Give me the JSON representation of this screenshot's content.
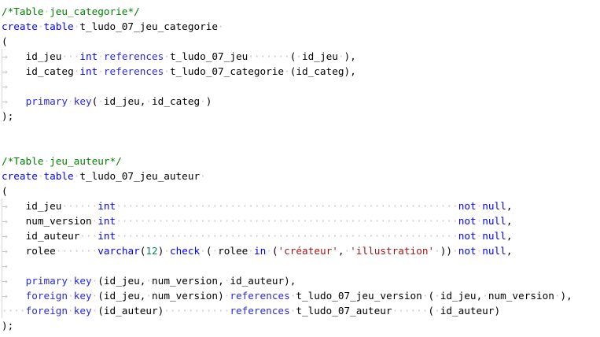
{
  "editor": {
    "language": "sql",
    "tab_columns": 4,
    "colors": {
      "keyword": "#0000ff",
      "string": "#a31515",
      "number": "#098658",
      "comment": "#008000",
      "whitespace": "#c8c8c8",
      "text": "#000000"
    },
    "keywords": [
      "create",
      "table",
      "int",
      "references",
      "primary",
      "key",
      "foreign",
      "not",
      "null",
      "varchar",
      "check",
      "in"
    ],
    "lines": [
      "/*Table jeu_categorie*/",
      "create table t_ludo_07_jeu_categorie ",
      "(",
      "\tid_jeu   int references t_ludo_07_jeu       ( id_jeu ),",
      "\tid_categ int references t_ludo_07_categorie (id_categ),",
      "\t",
      "\tprimary key( id_jeu, id_categ )",
      ");",
      "",
      "",
      "/*Table jeu_auteur*/",
      "create table t_ludo_07_jeu_auteur ",
      "(",
      "\tid_jeu      int                                                         not null,",
      "\tnum_version int                                                         not null,",
      "\tid_auteur   int                                                         not null,",
      "\trolee       varchar(12) check ( rolee in ('créateur', 'illustration' )) not null,",
      "\t",
      "\tprimary key (id_jeu, num_version, id_auteur),",
      "\tforeign key (id_jeu, num_version) references t_ludo_07_jeu_version ( id_jeu, num_version ),",
      "    foreign key (id_auteur)           references t_ludo_07_auteur      ( id_auteur)",
      ");"
    ]
  }
}
